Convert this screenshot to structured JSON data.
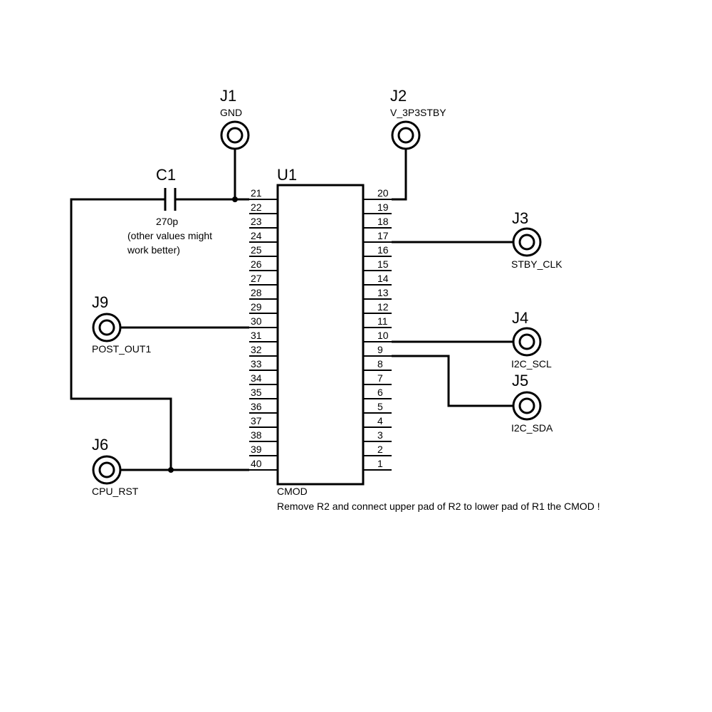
{
  "ic": {
    "ref": "U1",
    "value": "CMOD",
    "note": "Remove R2 and connect upper pad of R2 to lower pad of R1 the CMOD !",
    "left_pins": [
      "21",
      "22",
      "23",
      "24",
      "25",
      "26",
      "27",
      "28",
      "29",
      "30",
      "31",
      "32",
      "33",
      "34",
      "35",
      "36",
      "37",
      "38",
      "39",
      "40"
    ],
    "right_pins": [
      "20",
      "19",
      "18",
      "17",
      "16",
      "15",
      "14",
      "13",
      "12",
      "11",
      "10",
      "9",
      "8",
      "7",
      "6",
      "5",
      "4",
      "3",
      "2",
      "1"
    ]
  },
  "capacitor": {
    "ref": "C1",
    "value": "270p",
    "note_line1": "(other values might",
    "note_line2": "work better)"
  },
  "connectors": [
    {
      "id": "j1",
      "ref": "J1",
      "label": "GND"
    },
    {
      "id": "j2",
      "ref": "J2",
      "label": "V_3P3STBY"
    },
    {
      "id": "j3",
      "ref": "J3",
      "label": "STBY_CLK"
    },
    {
      "id": "j4",
      "ref": "J4",
      "label": "I2C_SCL"
    },
    {
      "id": "j5",
      "ref": "J5",
      "label": "I2C_SDA"
    },
    {
      "id": "j6",
      "ref": "J6",
      "label": "CPU_RST"
    },
    {
      "id": "j9",
      "ref": "J9",
      "label": "POST_OUT1"
    }
  ]
}
